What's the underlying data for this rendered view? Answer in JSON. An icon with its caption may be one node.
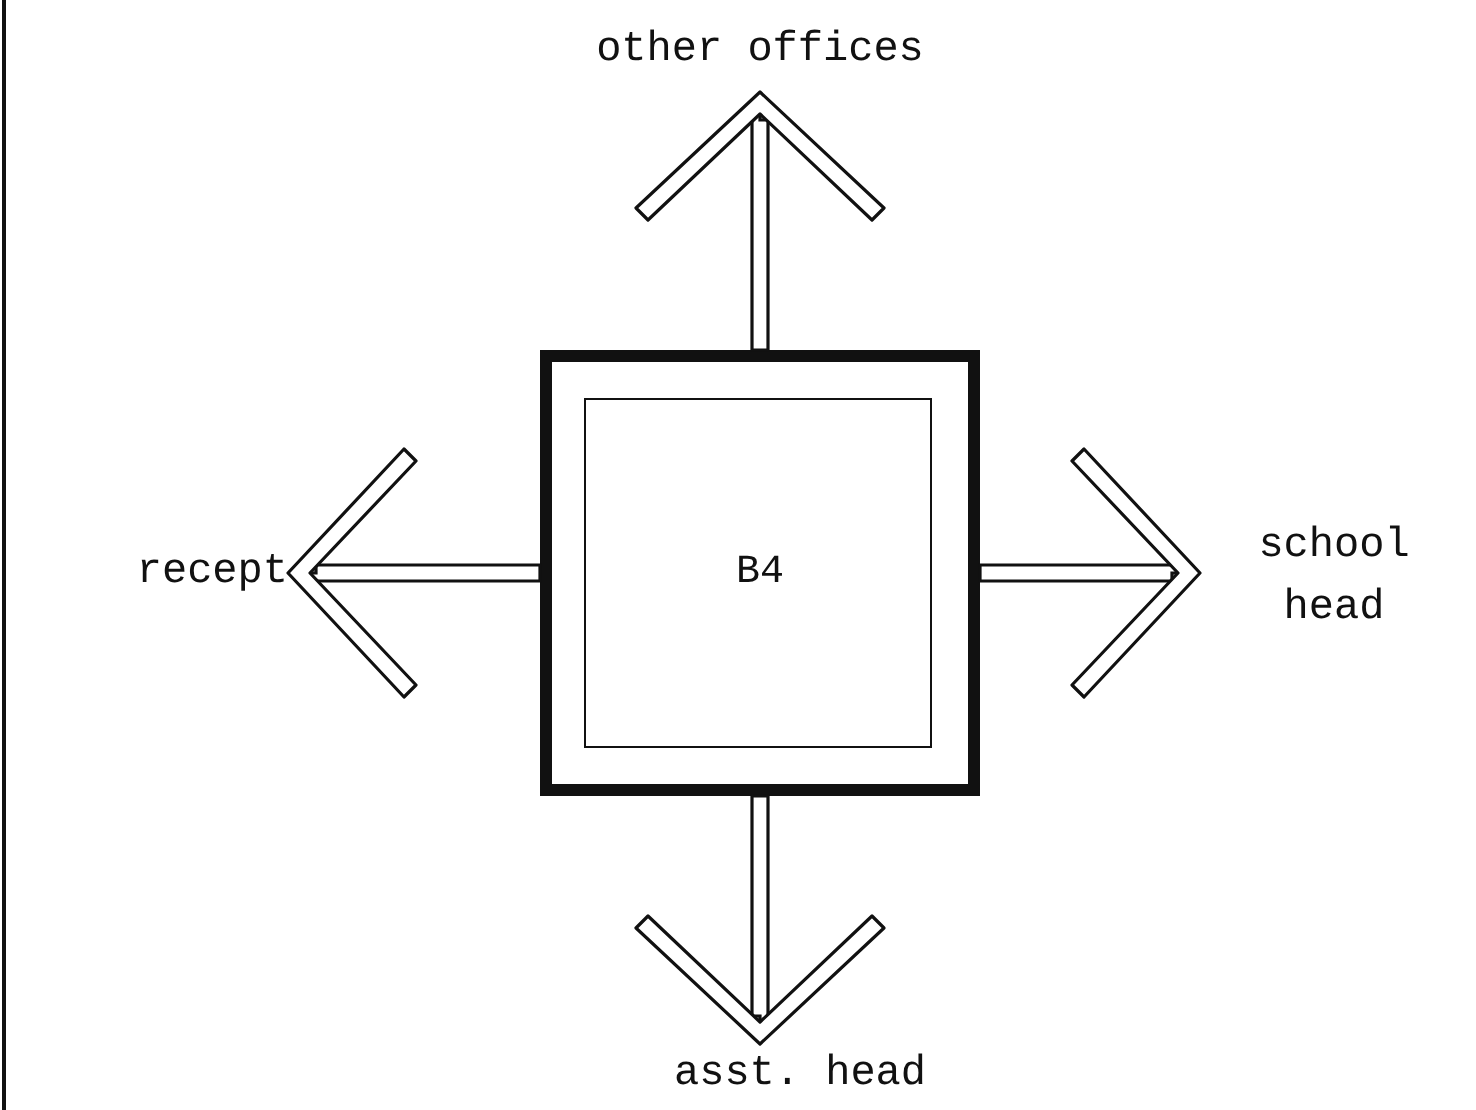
{
  "diagram": {
    "nodes": [
      {
        "text": [
          "B4"
        ]
      },
      {
        "text": [
          "other offices"
        ]
      },
      {
        "text": [
          "recept"
        ]
      },
      {
        "text": [
          "school head"
        ]
      },
      {
        "text": [
          "asst. head"
        ]
      }
    ],
    "edges": [
      {
        "from": 0,
        "to": 1,
        "arrow": "to"
      },
      {
        "from": 0,
        "to": 2,
        "arrow": "to"
      },
      {
        "from": 0,
        "to": 3,
        "arrow": "to"
      },
      {
        "from": 0,
        "to": 4,
        "arrow": "to"
      }
    ]
  }
}
